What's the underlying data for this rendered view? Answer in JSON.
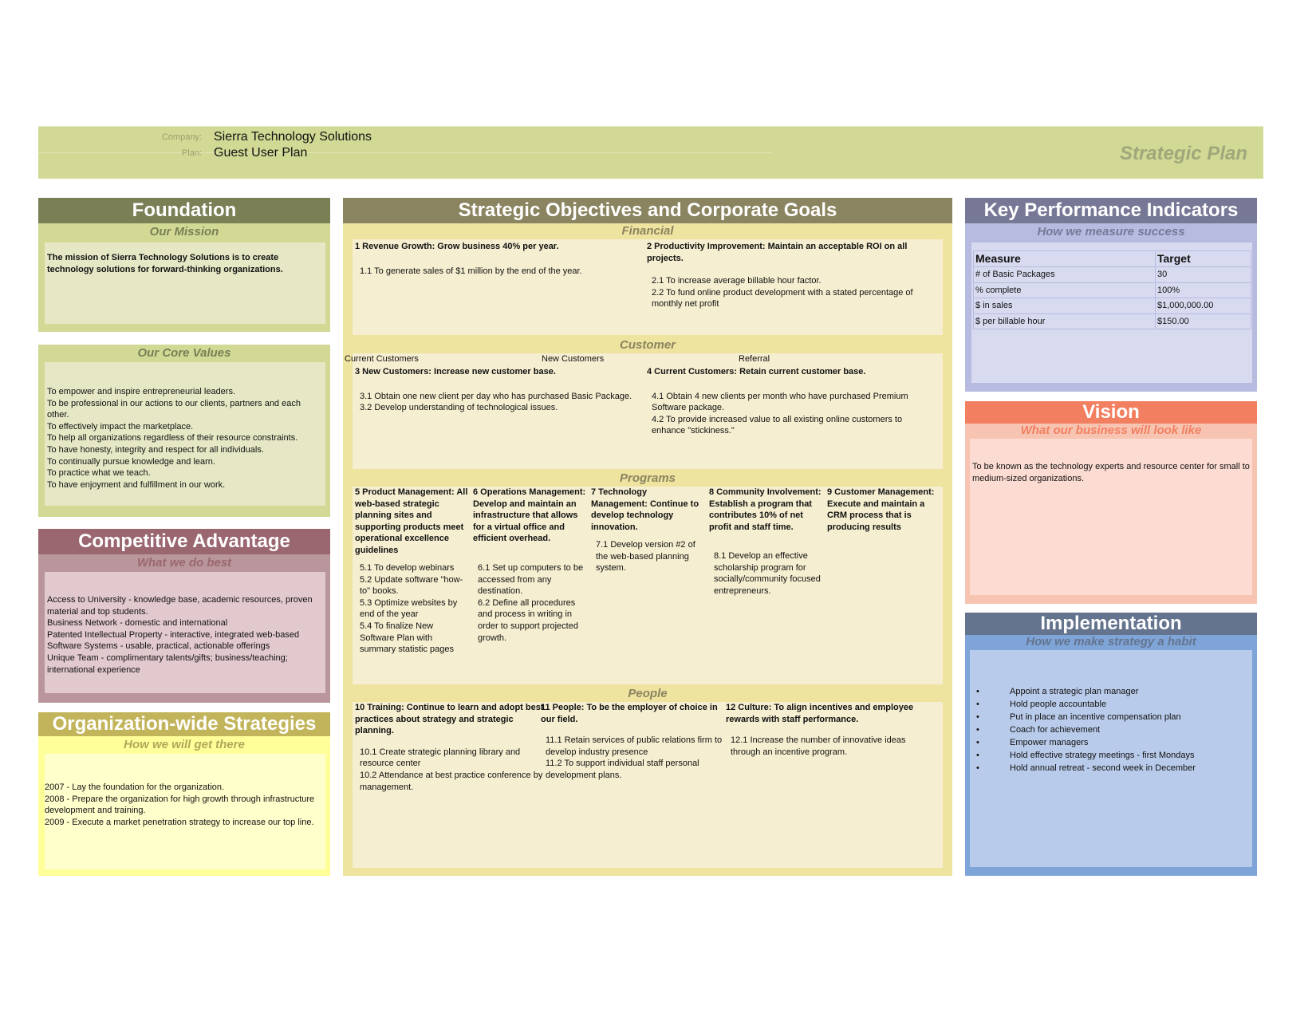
{
  "header": {
    "company_label": "Company:",
    "company_value": "Sierra Technology Solutions",
    "plan_label": "Plan:",
    "plan_value": "Guest User Plan",
    "document_title": "Strategic Plan"
  },
  "foundation": {
    "title": "Foundation",
    "mission": {
      "subtitle": "Our Mission",
      "text": "The mission of Sierra Technology Solutions is to create technology solutions for forward-thinking organizations."
    },
    "core_values": {
      "subtitle": "Our Core Values",
      "items": [
        "To empower and inspire entrepreneurial leaders.",
        "To be professional in our actions to our clients, partners and each other.",
        "To effectively impact the marketplace.",
        "To help all organizations regardless of their resource constraints.",
        "To have honesty, integrity and respect for all individuals.",
        "To continually pursue knowledge and learn.",
        "To practice what we teach.",
        "To have enjoyment and fulfillment in our work."
      ]
    }
  },
  "competitive_advantage": {
    "title": "Competitive Advantage",
    "subtitle": "What we do best",
    "items": [
      "Access to University - knowledge base, academic resources, proven material and top students.",
      "Business Network - domestic and international",
      "Patented Intellectual Property - interactive, integrated web-based Software Systems - usable, practical, actionable offerings",
      "Unique Team - complimentary talents/gifts; business/teaching; international experience"
    ]
  },
  "org_wide": {
    "title": "Organization-wide Strategies",
    "subtitle": "How we will get there",
    "items": [
      "2007 - Lay the foundation for the organization.",
      "2008 - Prepare the organization for high growth through infrastructure development and training.",
      "2009 - Execute a market penetration strategy to increase our top line."
    ]
  },
  "strategic": {
    "title": "Strategic Objectives and Corporate Goals",
    "financial": {
      "subtitle": "Financial",
      "goals": [
        {
          "title": "1 Revenue Growth: Grow business 40% per year.",
          "items": [
            "1.1 To generate sales of $1 million by the end of the year."
          ]
        },
        {
          "title": "2 Productivity Improvement: Maintain an acceptable ROI on all projects.",
          "items": [
            "2.1 To increase average billable hour factor.",
            "2.2 To fund online product development with a stated percentage of monthly net profit"
          ]
        }
      ]
    },
    "customer": {
      "subtitle": "Customer",
      "segments": [
        "Current Customers",
        "New Customers",
        "Referral"
      ],
      "goals": [
        {
          "title": "3 New Customers: Increase new customer base.",
          "items": [
            "3.1 Obtain one new client per day who has purchased Basic Package.",
            "3.2 Develop understanding of technological issues."
          ]
        },
        {
          "title": "4 Current Customers: Retain current customer base.",
          "items": [
            "4.1 Obtain 4 new clients per month who have purchased Premium Software package.",
            "4.2 To provide increased value to all existing online customers to enhance \"stickiness.\""
          ]
        }
      ]
    },
    "programs": {
      "subtitle": "Programs",
      "goals": [
        {
          "title": "5 Product Management: All web-based strategic planning sites and supporting products meet operational excellence guidelines",
          "items": [
            "5.1 To develop webinars",
            "5.2 Update software \"how-to\" books.",
            "5.3 Optimize websites by end of the year",
            "5.4 To finalize New Software Plan with summary statistic pages"
          ]
        },
        {
          "title": "6 Operations Management: Develop and maintain an infrastructure that allows for a virtual office and efficient overhead.",
          "items": [
            "6.1 Set up computers to be accessed from any destination.",
            "6.2 Define all procedures and process in writing in order to support projected growth."
          ]
        },
        {
          "title": "7 Technology Management: Continue to develop technology innovation.",
          "items": [
            "7.1 Develop version #2 of the web-based planning system."
          ]
        },
        {
          "title": "8 Community Involvement: Establish a program that contributes 10% of net profit and staff time.",
          "items": [
            "8.1 Develop an effective scholarship program for socially/community focused entrepreneurs."
          ]
        },
        {
          "title": "9 Customer Management: Execute and maintain a CRM process that is producing results",
          "items": []
        }
      ]
    },
    "people": {
      "subtitle": "People",
      "goals": [
        {
          "title": "10 Training: Continue to learn and adopt best practices about strategy and strategic planning.",
          "items": [
            "10.1 Create strategic planning library and resource center",
            "10.2 Attendance at best practice conference by management."
          ]
        },
        {
          "title": "11 People: To be the employer of choice in our field.",
          "items": [
            "11.1 Retain services of public relations firm to develop industry presence",
            "11.2 To support individual staff personal development plans."
          ]
        },
        {
          "title": "12 Culture: To align incentives and employee rewards with staff performance.",
          "items": [
            "12.1 Increase the number of innovative ideas through an incentive program."
          ]
        }
      ]
    }
  },
  "kpi": {
    "title": "Key Performance Indicators",
    "subtitle": "How we measure success",
    "columns": [
      "Measure",
      "Target"
    ],
    "rows": [
      [
        "# of Basic Packages",
        "30"
      ],
      [
        "% complete",
        "100%"
      ],
      [
        "$ in sales",
        "$1,000,000.00"
      ],
      [
        "$ per billable hour",
        "$150.00"
      ]
    ]
  },
  "vision": {
    "title": "Vision",
    "subtitle": "What our business will look like",
    "text": "To be known as the technology experts and resource center for small to medium-sized organizations."
  },
  "implementation": {
    "title": "Implementation",
    "subtitle": "How we make strategy a habit",
    "bullet": "•",
    "items": [
      "Appoint a strategic plan manager",
      "Hold people accountable",
      "Put in place an incentive compensation plan",
      "Coach for achievement",
      "Empower managers",
      "Hold effective strategy meetings - first Mondays",
      "Hold annual retreat - second week in December"
    ]
  },
  "colors": {
    "foundation": "#7a7f55",
    "foundation_bg": "#d2d995",
    "competitive": "#9a6670",
    "orgwide": "#c2b45a",
    "strategic": "#8b8460",
    "strategic_bg": "#efe3a0",
    "kpi": "#767896",
    "vision": "#f27f60",
    "implementation": "#64748e"
  }
}
